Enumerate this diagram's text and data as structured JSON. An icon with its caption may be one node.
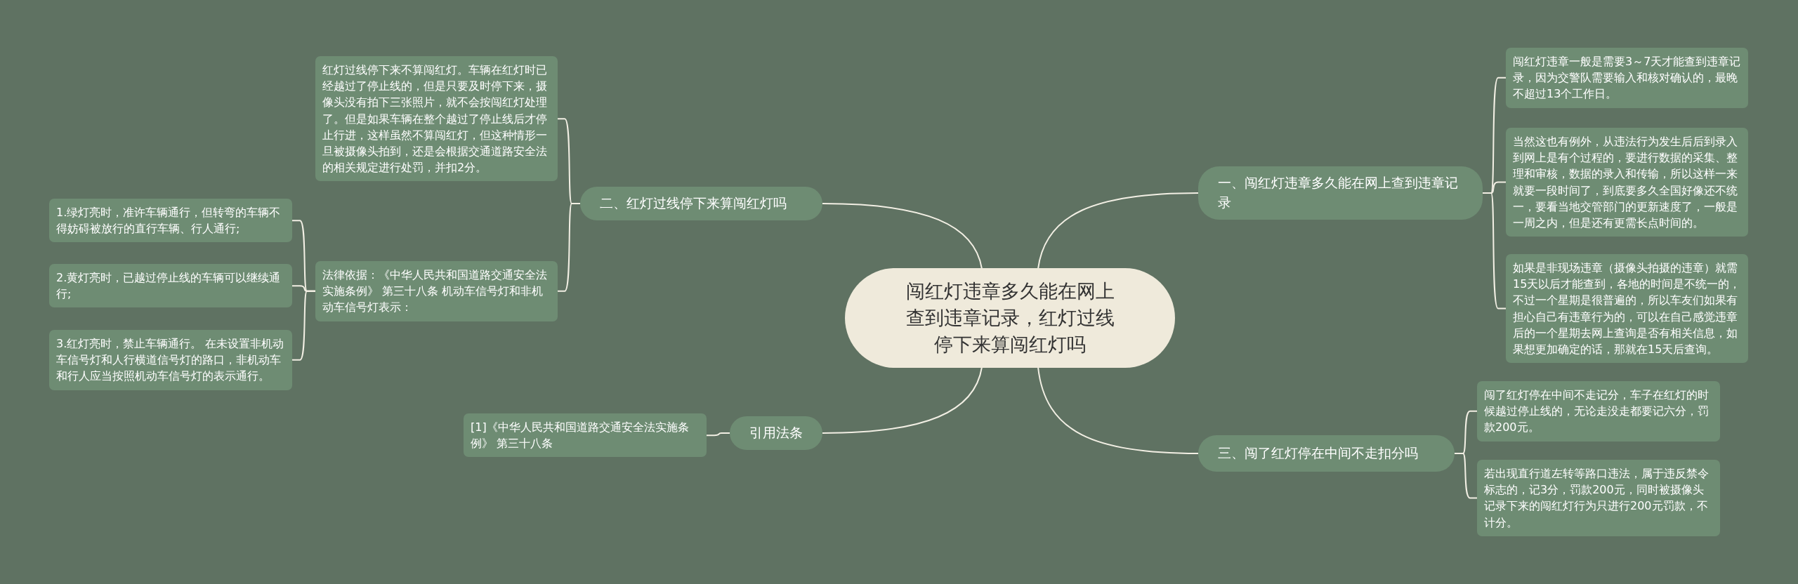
{
  "diagram": {
    "nodes": [
      {
        "text": [
          "闯红灯违章多久能在网上查到违章记录，红灯过线停下来算闯红灯吗"
        ]
      },
      {
        "text": [
          "一、闯红灯违章多久能在网上查到违章记录"
        ]
      },
      {
        "text": [
          "闯红灯违章一般是需要3～7天才能查到违章记录，因为交警队需要输入和核对确认的，最晚不超过13个工作日。"
        ]
      },
      {
        "text": [
          "当然这也有例外，从违法行为发生后后到录入到网上是有个过程的，要进行数据的采集、整理和审核，数据的录入和传输，所以这样一来就要一段时间了，到底要多久全国好像还不统一，要看当地交管部门的更新速度了，一般是一周之内，但是还有更需长点时间的。"
        ]
      },
      {
        "text": [
          "如果是非现场违章（摄像头拍摄的违章）就需15天以后才能查到，各地的时间是不统一的，不过一个星期是很普遍的，所以车友们如果有担心自己有违章行为的，可以在自己感觉违章后的一个星期去网上查询是否有相关信息，如果想更加确定的话，那就在15天后查询。"
        ]
      },
      {
        "text": [
          "二、红灯过线停下来算闯红灯吗"
        ]
      },
      {
        "text": [
          "红灯过线停下来不算闯红灯。车辆在红灯时已经越过了停止线的，但是只要及时停下来，摄像头没有拍下三张照片，就不会按闯红灯处理了。但是如果车辆在整个越过了停止线后才停止行进，这样虽然不算闯红灯，但这种情形一旦被摄像头拍到，还是会根据交通道路安全法的相关规定进行处罚，并扣2分。"
        ]
      },
      {
        "text": [
          "法律依据：《中华人民共和国道路交通安全法实施条例》 第三十八条 机动车信号灯和非机动车信号灯表示："
        ]
      },
      {
        "text": [
          "1.绿灯亮时，准许车辆通行，但转弯的车辆不得妨碍被放行的直行车辆、行人通行;"
        ]
      },
      {
        "text": [
          "2.黄灯亮时，已越过停止线的车辆可以继续通行;"
        ]
      },
      {
        "text": [
          "3.红灯亮时，禁止车辆通行。 在未设置非机动车信号灯和人行横道信号灯的路口，非机动车和行人应当按照机动车信号灯的表示通行。"
        ]
      },
      {
        "text": [
          "三、闯了红灯停在中间不走扣分吗"
        ]
      },
      {
        "text": [
          "闯了红灯停在中间不走记分，车子在红灯的时候越过停止线的，无论走没走都要记六分，罚款200元。"
        ]
      },
      {
        "text": [
          "若出现直行道左转等路口违法，属于违反禁令标志的，记3分，罚款200元，同时被摄像头记录下来的闯红灯行为只进行200元罚款，不计分。"
        ]
      },
      {
        "text": [
          "引用法条"
        ]
      },
      {
        "text": [
          "[1]《中华人民共和国道路交通安全法实施条例》 第三十八条"
        ]
      }
    ],
    "edges": [
      {
        "from": 0,
        "to": 1,
        "arrow": "none"
      },
      {
        "from": 1,
        "to": 2,
        "arrow": "none"
      },
      {
        "from": 1,
        "to": 3,
        "arrow": "none"
      },
      {
        "from": 1,
        "to": 4,
        "arrow": "none"
      },
      {
        "from": 0,
        "to": 5,
        "arrow": "none"
      },
      {
        "from": 5,
        "to": 6,
        "arrow": "none"
      },
      {
        "from": 5,
        "to": 7,
        "arrow": "none"
      },
      {
        "from": 7,
        "to": 8,
        "arrow": "none"
      },
      {
        "from": 7,
        "to": 9,
        "arrow": "none"
      },
      {
        "from": 7,
        "to": 10,
        "arrow": "none"
      },
      {
        "from": 0,
        "to": 11,
        "arrow": "none"
      },
      {
        "from": 11,
        "to": 12,
        "arrow": "none"
      },
      {
        "from": 11,
        "to": 13,
        "arrow": "none"
      },
      {
        "from": 0,
        "to": 14,
        "arrow": "none"
      },
      {
        "from": 14,
        "to": 15,
        "arrow": "none"
      }
    ]
  }
}
